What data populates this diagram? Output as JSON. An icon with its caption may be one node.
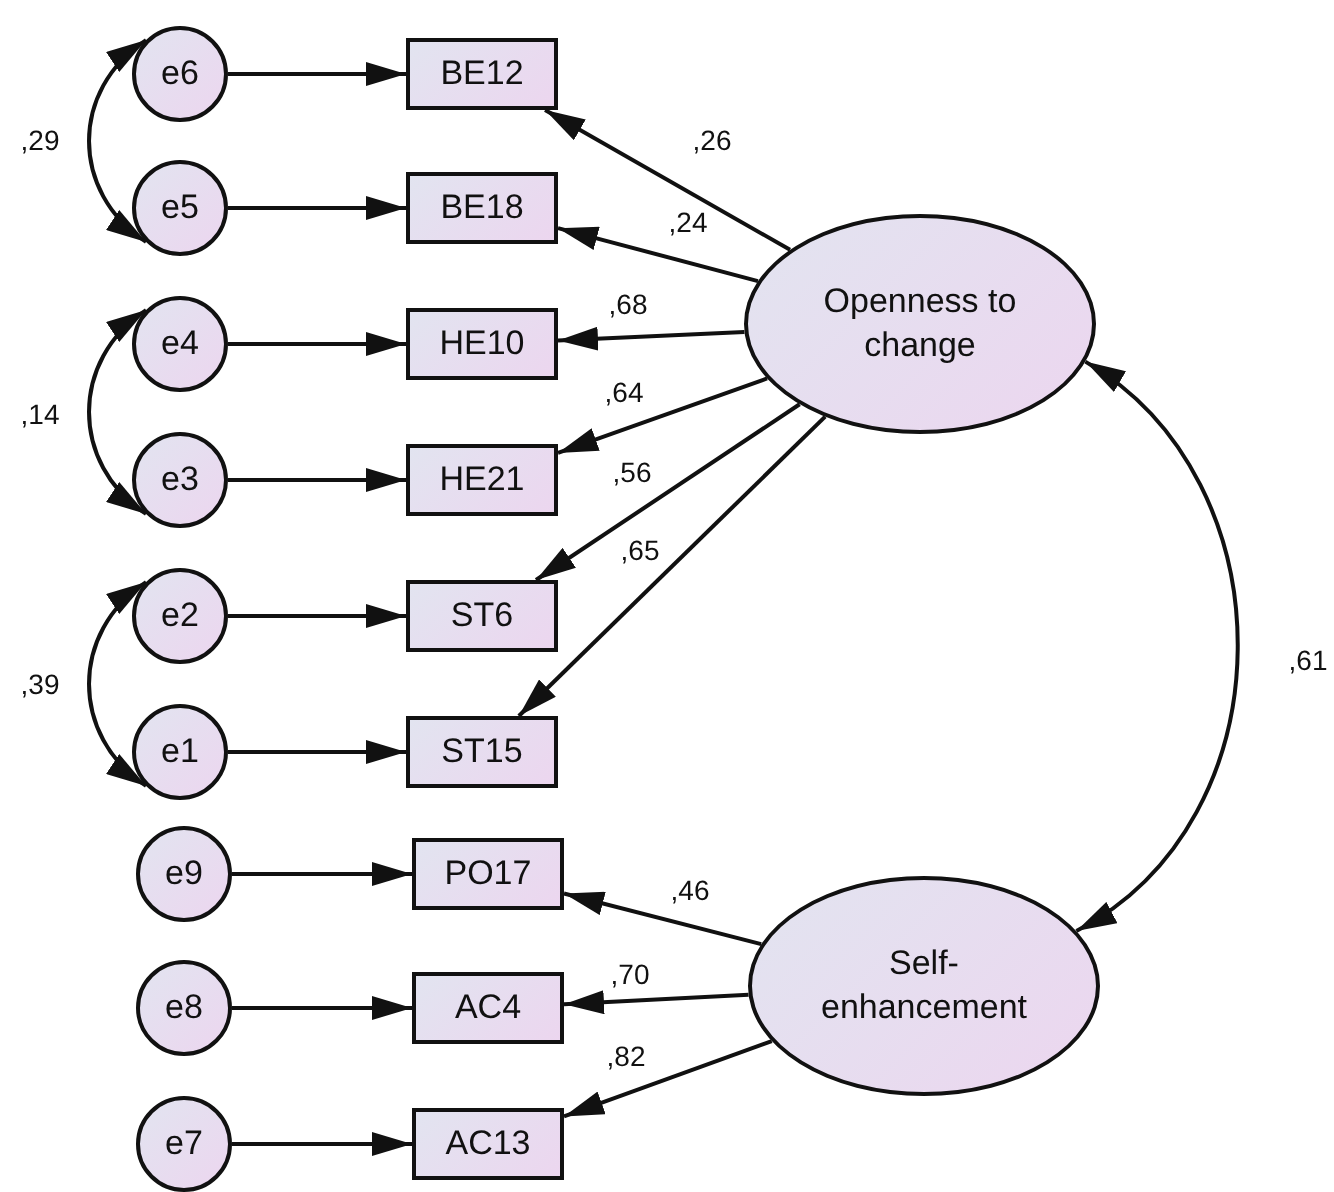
{
  "diagram": {
    "nodes": [
      {
        "text": [
          "e6"
        ]
      },
      {
        "text": [
          "BE12"
        ]
      },
      {
        "text": [
          "e5"
        ]
      },
      {
        "text": [
          "BE18"
        ]
      },
      {
        "text": [
          "Openness to change"
        ]
      },
      {
        "text": [
          "e4"
        ]
      },
      {
        "text": [
          "HE10"
        ]
      },
      {
        "text": [
          "e3"
        ]
      },
      {
        "text": [
          "HE21"
        ]
      },
      {
        "text": [
          "e2"
        ]
      },
      {
        "text": [
          "ST6"
        ]
      },
      {
        "text": [
          "e1"
        ]
      },
      {
        "text": [
          "ST15"
        ]
      },
      {
        "text": [
          "e9"
        ]
      },
      {
        "text": [
          "PO17"
        ]
      },
      {
        "text": [
          "e8"
        ]
      },
      {
        "text": [
          "AC4"
        ]
      },
      {
        "text": [
          "Self-enhancement"
        ]
      },
      {
        "text": [
          "e7"
        ]
      },
      {
        "text": [
          "AC13"
        ]
      }
    ],
    "edges": [
      {
        "from": 0,
        "to": 1,
        "arrow": "to"
      },
      {
        "from": 2,
        "to": 3,
        "arrow": "to"
      },
      {
        "from": 5,
        "to": 6,
        "arrow": "to"
      },
      {
        "from": 7,
        "to": 8,
        "arrow": "to"
      },
      {
        "from": 9,
        "to": 10,
        "arrow": "to"
      },
      {
        "from": 11,
        "to": 12,
        "arrow": "to"
      },
      {
        "from": 13,
        "to": 14,
        "arrow": "to"
      },
      {
        "from": 15,
        "to": 16,
        "arrow": "to"
      },
      {
        "from": 18,
        "to": 19,
        "arrow": "to"
      },
      {
        "from": 4,
        "to": 1,
        "arrow": "to",
        "label": ",26"
      },
      {
        "from": 4,
        "to": 3,
        "arrow": "to",
        "label": ",24"
      },
      {
        "from": 4,
        "to": 6,
        "arrow": "to",
        "label": ",68"
      },
      {
        "from": 4,
        "to": 8,
        "arrow": "to",
        "label": ",64"
      },
      {
        "from": 4,
        "to": 10,
        "arrow": "to",
        "label": ",56"
      },
      {
        "from": 4,
        "to": 12,
        "arrow": "to",
        "label": ",65"
      },
      {
        "from": 17,
        "to": 14,
        "arrow": "to",
        "label": ",46"
      },
      {
        "from": 17,
        "to": 16,
        "arrow": "to",
        "label": ",70"
      },
      {
        "from": 17,
        "to": 19,
        "arrow": "to",
        "label": ",82"
      },
      {
        "from": 0,
        "to": 2,
        "arrow": "both",
        "label": ",29"
      },
      {
        "from": 5,
        "to": 7,
        "arrow": "both",
        "label": ",14"
      },
      {
        "from": 9,
        "to": 11,
        "arrow": "both",
        "label": ",39"
      },
      {
        "from": 4,
        "to": 17,
        "arrow": "both",
        "label": ",61"
      }
    ]
  }
}
